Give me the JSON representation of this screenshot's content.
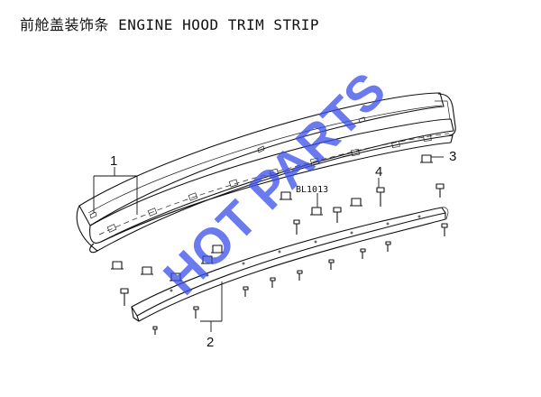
{
  "title": "前舱盖装饰条 ENGINE HOOD TRIM STRIP",
  "part_code": "BL1013",
  "watermark": "HOT PARTS",
  "callouts": [
    {
      "id": "1",
      "label": "1"
    },
    {
      "id": "2",
      "label": "2"
    },
    {
      "id": "3",
      "label": "3"
    },
    {
      "id": "4",
      "label": "4"
    }
  ],
  "colors": {
    "watermark": "#3a4fe8",
    "line": "#111111"
  }
}
